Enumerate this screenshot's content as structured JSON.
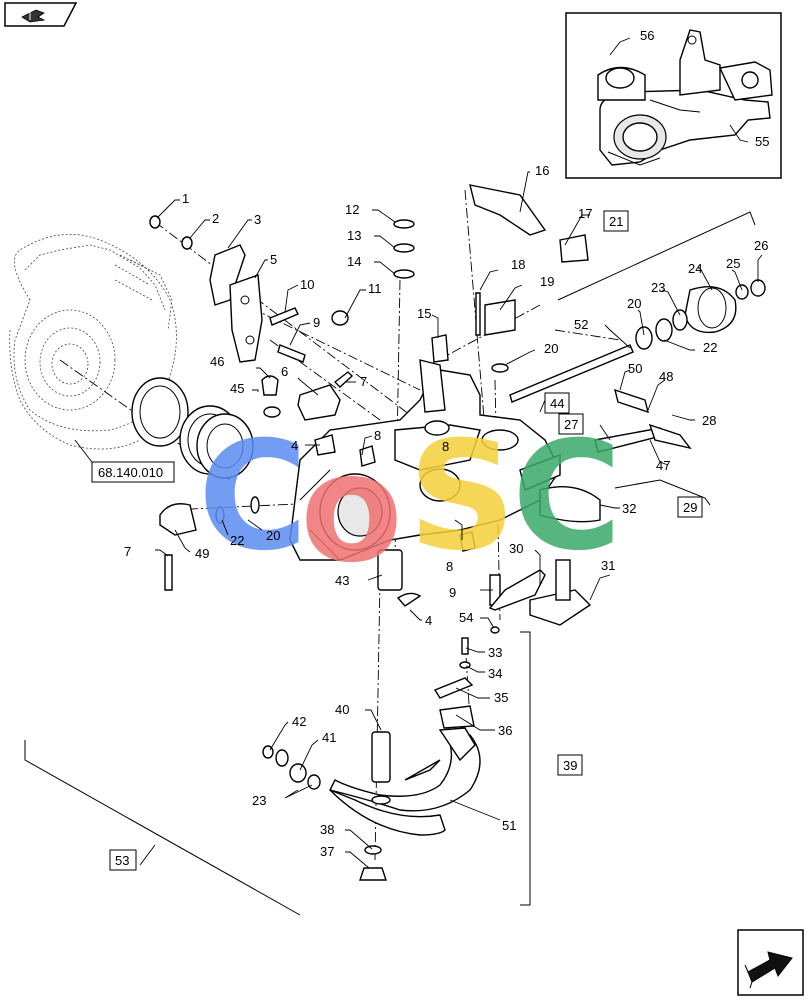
{
  "callouts": [
    {
      "id": "c1",
      "text": "1"
    },
    {
      "id": "c2",
      "text": "2"
    },
    {
      "id": "c3",
      "text": "3"
    },
    {
      "id": "c4a",
      "text": "4"
    },
    {
      "id": "c4b",
      "text": "4"
    },
    {
      "id": "c5",
      "text": "5"
    },
    {
      "id": "c6",
      "text": "6"
    },
    {
      "id": "c7a",
      "text": "7"
    },
    {
      "id": "c7b",
      "text": "7"
    },
    {
      "id": "c8a",
      "text": "8"
    },
    {
      "id": "c8b",
      "text": "8"
    },
    {
      "id": "c8c",
      "text": "8"
    },
    {
      "id": "c9a",
      "text": "9"
    },
    {
      "id": "c9b",
      "text": "9"
    },
    {
      "id": "c10",
      "text": "10"
    },
    {
      "id": "c11",
      "text": "11"
    },
    {
      "id": "c12",
      "text": "12"
    },
    {
      "id": "c13",
      "text": "13"
    },
    {
      "id": "c14",
      "text": "14"
    },
    {
      "id": "c15",
      "text": "15"
    },
    {
      "id": "c16",
      "text": "16"
    },
    {
      "id": "c17",
      "text": "17"
    },
    {
      "id": "c18",
      "text": "18"
    },
    {
      "id": "c19",
      "text": "19"
    },
    {
      "id": "c20a",
      "text": "20"
    },
    {
      "id": "c20b",
      "text": "20"
    },
    {
      "id": "c20c",
      "text": "20"
    },
    {
      "id": "c22a",
      "text": "22"
    },
    {
      "id": "c22b",
      "text": "22"
    },
    {
      "id": "c23a",
      "text": "23"
    },
    {
      "id": "c23b",
      "text": "23"
    },
    {
      "id": "c24",
      "text": "24"
    },
    {
      "id": "c25",
      "text": "25"
    },
    {
      "id": "c26",
      "text": "26"
    },
    {
      "id": "c28",
      "text": "28"
    },
    {
      "id": "c30",
      "text": "30"
    },
    {
      "id": "c31",
      "text": "31"
    },
    {
      "id": "c32",
      "text": "32"
    },
    {
      "id": "c33",
      "text": "33"
    },
    {
      "id": "c34",
      "text": "34"
    },
    {
      "id": "c35",
      "text": "35"
    },
    {
      "id": "c36",
      "text": "36"
    },
    {
      "id": "c37",
      "text": "37"
    },
    {
      "id": "c38",
      "text": "38"
    },
    {
      "id": "c40",
      "text": "40"
    },
    {
      "id": "c41",
      "text": "41"
    },
    {
      "id": "c42",
      "text": "42"
    },
    {
      "id": "c43",
      "text": "43"
    },
    {
      "id": "c45",
      "text": "45"
    },
    {
      "id": "c46",
      "text": "46"
    },
    {
      "id": "c47",
      "text": "47"
    },
    {
      "id": "c48",
      "text": "48"
    },
    {
      "id": "c49",
      "text": "49"
    },
    {
      "id": "c50",
      "text": "50"
    },
    {
      "id": "c51",
      "text": "51"
    },
    {
      "id": "c52",
      "text": "52"
    },
    {
      "id": "c54",
      "text": "54"
    },
    {
      "id": "c55",
      "text": "55"
    },
    {
      "id": "c56",
      "text": "56"
    }
  ],
  "boxed": [
    {
      "id": "b21",
      "text": "21"
    },
    {
      "id": "b27",
      "text": "27"
    },
    {
      "id": "b29",
      "text": "29"
    },
    {
      "id": "b39",
      "text": "39"
    },
    {
      "id": "b44",
      "text": "44"
    },
    {
      "id": "b53",
      "text": "53"
    },
    {
      "id": "bref",
      "text": "68.140.010"
    }
  ],
  "watermark": {
    "letters": [
      "C",
      "o",
      "S",
      "C"
    ],
    "colors": [
      "#5b8df0",
      "#f07070",
      "#f5d03a",
      "#3aaa6a"
    ]
  },
  "icons": {
    "top_left": "parts-catalog-icon",
    "bottom_right": "next-page-arrow-icon"
  }
}
